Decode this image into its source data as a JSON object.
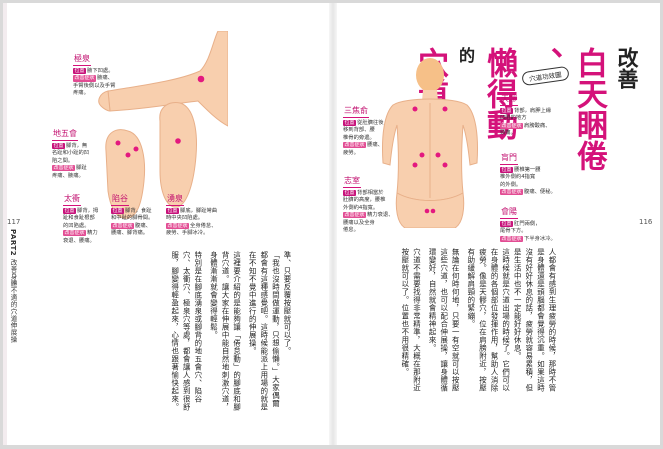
{
  "left_page": {
    "page_number": "117",
    "part_label": "PART2",
    "side_label": "改善身體不適的穴道伸展操",
    "points": [
      {
        "name": "極泉",
        "rows": [
          {
            "tag": "位置",
            "text": "腋下凹處。"
          },
          {
            "tag": "改善症狀",
            "text": "腋痛、"
          },
          {
            "tag": "",
            "text": "手臂後側以及手臂"
          },
          {
            "tag": "",
            "text": "疼痛。"
          }
        ]
      },
      {
        "name": "地五會",
        "rows": [
          {
            "tag": "位置",
            "text": "腳背，無"
          },
          {
            "tag": "",
            "text": "名趾和小趾的凹"
          },
          {
            "tag": "",
            "text": "陷之間。"
          },
          {
            "tag": "改善症狀",
            "text": "腳趾"
          },
          {
            "tag": "",
            "text": "疼痛、腋痛。"
          }
        ]
      },
      {
        "name": "太衝",
        "rows": [
          {
            "tag": "位置",
            "text": "腳背，拇"
          },
          {
            "tag": "",
            "text": "趾和食趾根部"
          },
          {
            "tag": "",
            "text": "的凹陷處。"
          },
          {
            "tag": "改善症狀",
            "text": "精力"
          },
          {
            "tag": "",
            "text": "衰退、腰痛。"
          }
        ]
      },
      {
        "name": "陷谷",
        "rows": [
          {
            "tag": "位置",
            "text": "腳背，食趾"
          },
          {
            "tag": "",
            "text": "和中趾的腳骨間。"
          },
          {
            "tag": "改善症狀",
            "text": "腹痛、"
          },
          {
            "tag": "",
            "text": "腰痛、腳背痛。"
          }
        ]
      },
      {
        "name": "湧泉",
        "rows": [
          {
            "tag": "位置",
            "text": "腳底，腳趾彎曲"
          },
          {
            "tag": "",
            "text": "時中央凹陷處。"
          },
          {
            "tag": "改善症狀",
            "text": "全身倦怠、"
          },
          {
            "tag": "",
            "text": "疲勞、手腳冰冷。"
          }
        ]
      }
    ],
    "body_paragraphs": [
      "準、只要反覆按壓就可以了。",
      "「我也沒時間做運動，只想偷懶。」大家偶爾都會有這種感覺吧。這時候能派上用場的就是在不知不覺中進行的伸展操。",
      "這裡要介紹的是能夠讓「倦怠動」的腳底和腳背穴道。讓大家在伸展中能自然地刺激穴道，身體漸漸就會變得輕鬆。",
      "特別是在腳底湧泉或腳背的地五會穴、陷谷穴、太衝穴、極泉穴等處，都會讓人感到很舒服，腳變得輕盈起來，心情也跟著愉快起來。"
    ]
  },
  "right_page": {
    "page_number": "116",
    "title_segments": [
      {
        "text": "改善",
        "style": "plain"
      },
      {
        "text": "白天睏倦",
        "style": "pink"
      },
      {
        "text": "、",
        "style": "pink"
      },
      {
        "text": "懶得動",
        "style": "pink"
      },
      {
        "text": "的",
        "style": "small"
      },
      {
        "text": "穴道",
        "style": "pink"
      }
    ],
    "stamp": "穴道功效圖",
    "points": [
      {
        "name": "天髎",
        "rows": [
          {
            "tag": "位置",
            "text": "背部，肩胛上緣"
          },
          {
            "tag": "",
            "text": "凹陷的地方"
          },
          {
            "tag": "改善症狀",
            "text": "肩膀酸痛、"
          },
          {
            "tag": "",
            "text": "頸痛。"
          }
        ]
      },
      {
        "name": "三焦俞",
        "rows": [
          {
            "tag": "位置",
            "text": "從肚臍往後"
          },
          {
            "tag": "",
            "text": "移到背部、腰"
          },
          {
            "tag": "",
            "text": "椎骨的旁邊。"
          },
          {
            "tag": "改善症狀",
            "text": "腰痛、"
          },
          {
            "tag": "",
            "text": "疲勞。"
          }
        ]
      },
      {
        "name": "志室",
        "rows": [
          {
            "tag": "位置",
            "text": "背部相當於"
          },
          {
            "tag": "",
            "text": "肚臍的高度，腰椎"
          },
          {
            "tag": "",
            "text": "外側約4指寬。"
          },
          {
            "tag": "改善症狀",
            "text": "精力衰退、"
          },
          {
            "tag": "",
            "text": "腰痛以及全身"
          },
          {
            "tag": "",
            "text": "倦怠。"
          }
        ]
      },
      {
        "name": "肓門",
        "rows": [
          {
            "tag": "位置",
            "text": "腰椎第一腰"
          },
          {
            "tag": "",
            "text": "椎外側約4指寬"
          },
          {
            "tag": "",
            "text": "的外側。"
          },
          {
            "tag": "改善症狀",
            "text": "腹痛、便秘。"
          }
        ]
      },
      {
        "name": "會陽",
        "rows": [
          {
            "tag": "位置",
            "text": "肛門兩側，"
          },
          {
            "tag": "",
            "text": "尾骨下方。"
          },
          {
            "tag": "改善症狀",
            "text": "下半身冰冷。"
          }
        ]
      }
    ],
    "body_paragraphs": [
      "人都會有感到生理疲勞的時候，那時不管是身體還是頭腦都會覺得沉重。如果這時沒有好好休息的話，疲勞就容易累積，但是生活中也不一定能好好休息。",
      "這時候就是穴道出場的時候了。它們可以在身體的各個部位發揮作用，幫助人消除疲勞。像是天髎穴，位在肩膀附近，按壓有助緩解肩頸的緊繃。",
      "無論在何時何地，只要一有空就可以按壓這些穴道，也可以配合伸展操，讓身體循環變好，自然就會精神起來。",
      "穴道不需要找得非常精準，大概在那附近按壓就可以了。位置也不用很精確。"
    ]
  }
}
